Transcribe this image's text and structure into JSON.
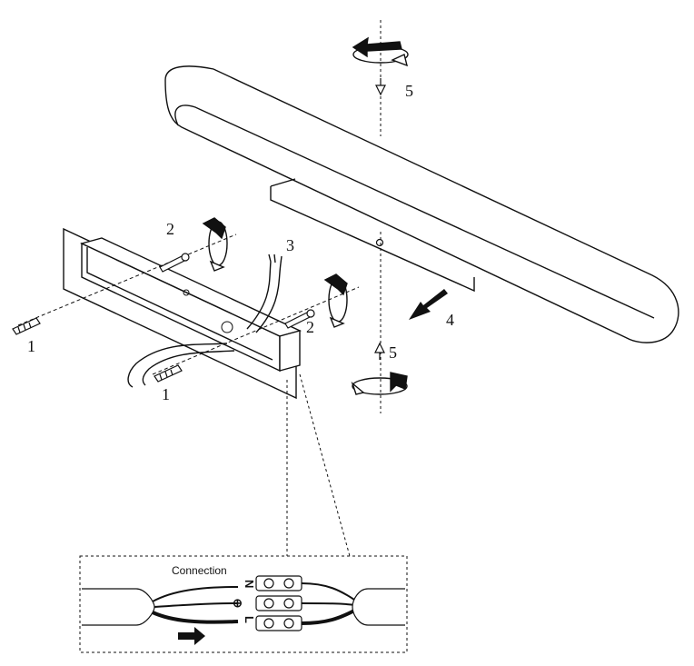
{
  "callouts": {
    "screw_left_top": "1",
    "screw_left_bottom": "1",
    "screw_turn_left": "2",
    "screw_turn_right": "2",
    "cable": "3",
    "slide_direction": "4",
    "fixing_screw_top": "5",
    "fixing_screw_bottom": "5"
  },
  "connection_panel": {
    "title": "Connection",
    "terminals": [
      "N",
      "⊕",
      "L"
    ]
  }
}
